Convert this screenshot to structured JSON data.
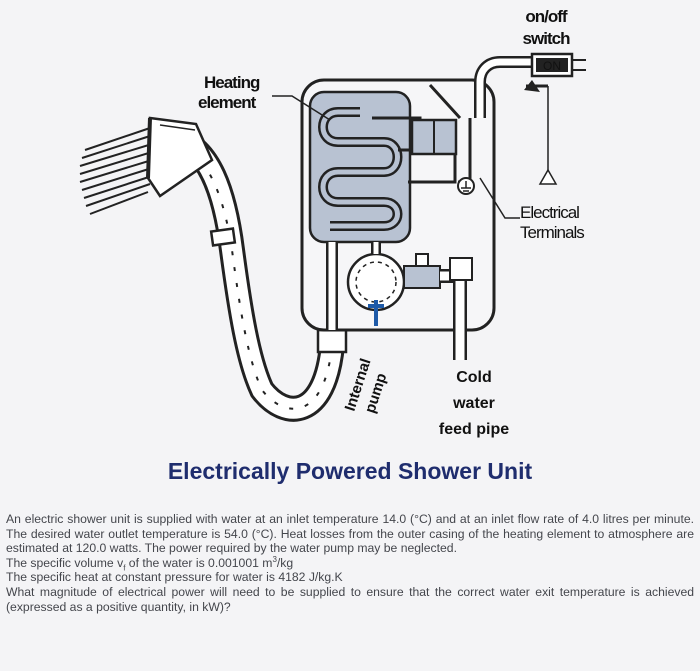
{
  "diagram": {
    "labels": {
      "switch_line1": "on/off",
      "switch_line2": "switch",
      "switch_state": "ON",
      "heating_line1": "Heating",
      "heating_line2": "element",
      "terminals_line1": "Electrical",
      "terminals_line2": "Terminals",
      "pump_line1": "Internal",
      "pump_line2": "pump",
      "feed_line1": "Cold",
      "feed_line2": "water",
      "feed_line3": "feed pipe"
    }
  },
  "title": "Electrically Powered Shower Unit",
  "problem": {
    "p1": "An electric shower unit is supplied with water at an inlet temperature 14.0 (°C) and at an inlet flow rate of 4.0 litres per minute. The desired water outlet temperature is 54.0 (°C). Heat losses from the outer casing of the heating element to atmosphere are estimated at 120.0 watts. The power required by the water pump may be neglected.",
    "p2_a": "The specific volume v",
    "p2_sub": "f",
    "p2_b": " of the water is 0.001001 m",
    "p2_sup": "3",
    "p2_c": "/kg",
    "p3": "The specific heat at constant pressure for water is 4182 J/kg.K",
    "p4": "What magnitude of electrical power will need to be supplied to ensure that the correct water exit temperature is achieved (expressed as a positive quantity, in kW)?"
  }
}
